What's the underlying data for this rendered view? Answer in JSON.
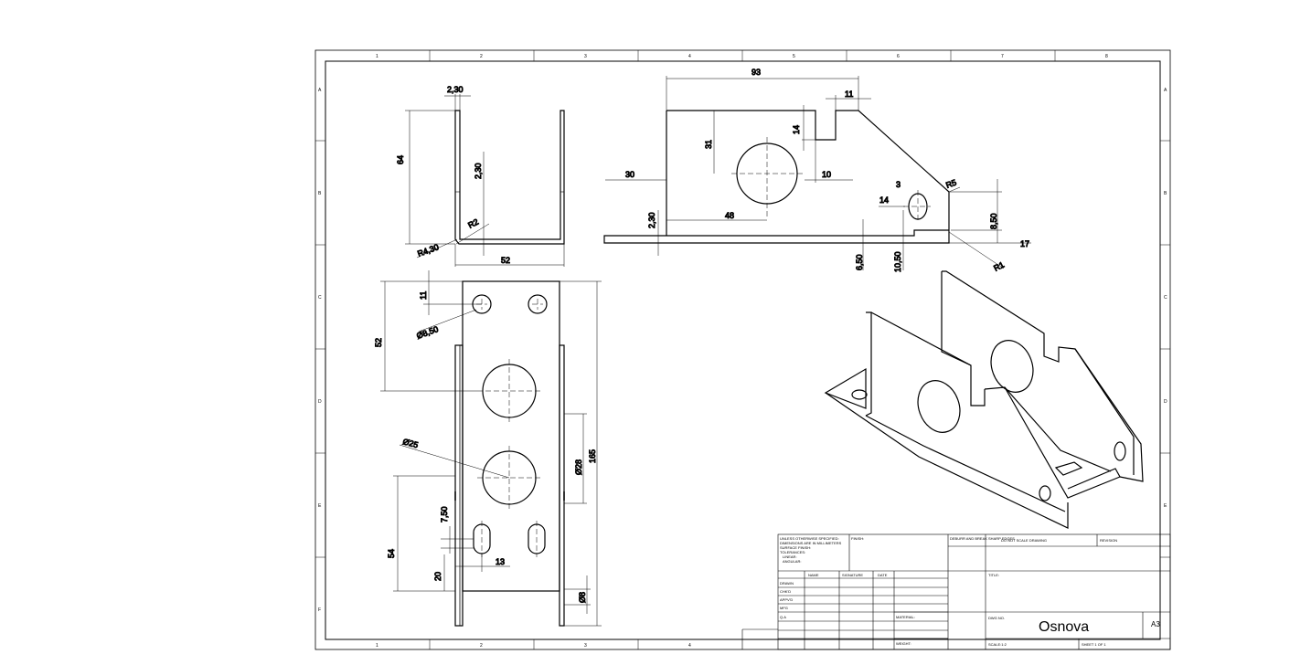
{
  "sheet": {
    "zones_top": [
      "1",
      "2",
      "3",
      "4",
      "5",
      "6",
      "7",
      "8"
    ],
    "zones_bottom": [
      "1",
      "2",
      "3",
      "4"
    ],
    "zones_side": [
      "A",
      "B",
      "C",
      "D",
      "E",
      "F"
    ]
  },
  "front_view": {
    "d_thickness_top": "2,30",
    "d_height": "64",
    "d_thickness_side": "2,30",
    "d_r2": "R2",
    "d_r430": "R4,30",
    "d_width": "52"
  },
  "side_view": {
    "d_length": "93",
    "d_slot_w": "11",
    "d_slot_depth": "14",
    "d_hole_z": "31",
    "d_slot_off": "10",
    "d_left": "30",
    "d_hole_x": "48",
    "d_thick": "2,30",
    "d_r5": "R5",
    "d_3": "3",
    "d_14": "14",
    "d_850": "8,50",
    "d_17": "17",
    "d_650": "6,50",
    "d_1050": "10,50",
    "d_r1": "R1"
  },
  "bottom_view": {
    "d_11": "11",
    "d_hole_small": "Ø8,50",
    "d_52": "52",
    "d_25": "Ø25",
    "d_28": "Ø28",
    "d_165": "165",
    "d_750": "7,50",
    "d_54": "54",
    "d_13": "13",
    "d_20": "20",
    "d_8": "Ø8"
  },
  "title_block": {
    "unless": "UNLESS OTHERWISE SPECIFIED:",
    "dims_mm": "DIMENSIONS ARE IN MILLIMETERS",
    "surface": "SURFACE FINISH:",
    "tolerances": "TOLERANCES:",
    "linear": "LINEAR:",
    "angular": "ANGULAR:",
    "finish": "FINISH:",
    "deburr": "DEBURR AND BREAK SHARP EDGES",
    "do_not_scale": "DO NOT SCALE DRAWING",
    "revision": "REVISION",
    "col_name": "NAME",
    "col_signature": "SIGNATURE",
    "col_date": "DATE",
    "row_drawn": "DRAWN",
    "row_chkd": "CHK'D",
    "row_appvd": "APPV'D",
    "row_mfg": "MFG",
    "row_qa": "Q.A",
    "material": "MATERIAL:",
    "weight": "WEIGHT:",
    "title_label": "TITLE:",
    "dwg_no_label": "DWG NO.",
    "dwg_name": "Osnova",
    "size": "A3",
    "scale": "SCALE:1:2",
    "sheet": "SHEET 1 OF 1"
  }
}
